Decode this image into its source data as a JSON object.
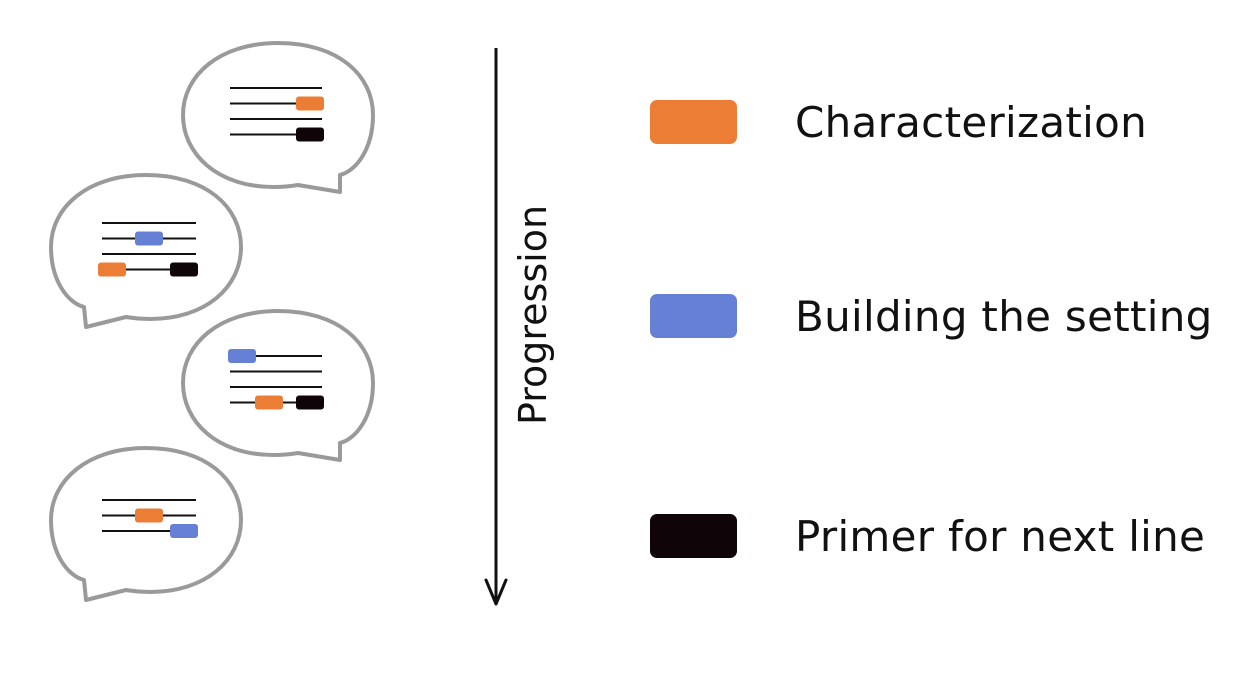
{
  "axis": {
    "label": "Progression"
  },
  "legend": [
    {
      "label": "Characterization",
      "color": "#EC7D34"
    },
    {
      "label": "Building the setting",
      "color": "#6680D6"
    },
    {
      "label": "Primer for next line",
      "color": "#0F0508"
    }
  ],
  "bubbles": [
    {
      "lines": [
        [
          "",
          ""
        ],
        [
          "",
          "orange"
        ],
        [
          "",
          ""
        ],
        [
          "",
          "black"
        ]
      ]
    },
    {
      "lines": [
        [
          "",
          ""
        ],
        [
          "blue",
          ""
        ],
        [
          "",
          ""
        ],
        [
          "orange",
          "black"
        ]
      ]
    },
    {
      "lines": [
        [
          "blue",
          ""
        ],
        [
          "",
          ""
        ],
        [
          "",
          ""
        ],
        [
          "orange",
          "black"
        ]
      ]
    },
    {
      "lines": [
        [
          "",
          ""
        ],
        [
          "orange",
          ""
        ],
        [
          "",
          "blue"
        ]
      ]
    }
  ],
  "styles": {
    "bubble_stroke": "#9A9A9A",
    "line_color": "#111111"
  }
}
